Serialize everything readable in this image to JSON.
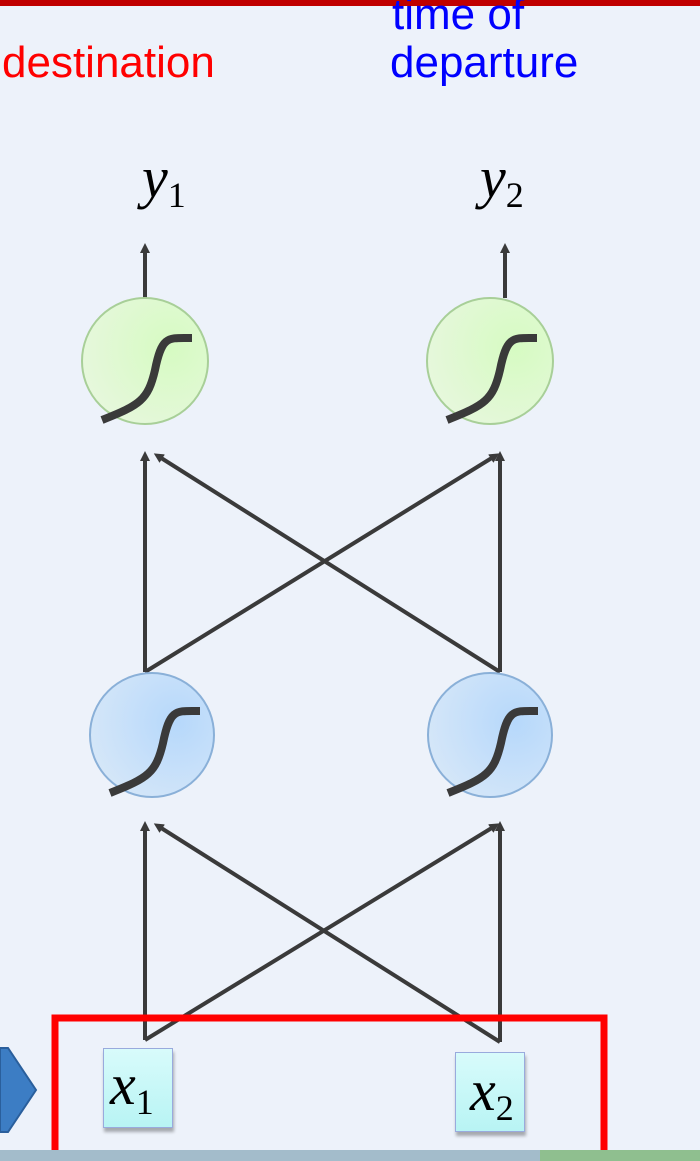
{
  "labels": {
    "output1": "destination",
    "output2_line1": "time of",
    "output2_line2": "departure"
  },
  "outputs": [
    {
      "var": "y",
      "sub": "1"
    },
    {
      "var": "y",
      "sub": "2"
    }
  ],
  "inputs": [
    {
      "var": "x",
      "sub": "1"
    },
    {
      "var": "x",
      "sub": "2"
    }
  ],
  "colors": {
    "destination": "#ff0000",
    "departure": "#0000ff",
    "highlight": "#ff0000",
    "output_node": "#dbf7c8",
    "hidden_node": "#c4def8"
  }
}
